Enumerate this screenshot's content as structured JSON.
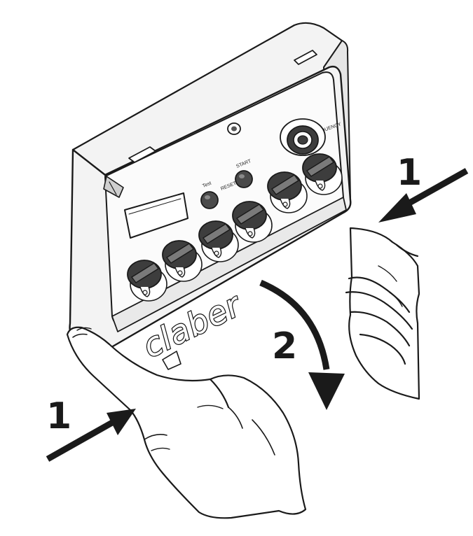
{
  "figure": {
    "brand": "claber",
    "panel_labels": {
      "test": "Test",
      "reset": "RESET",
      "start": "START",
      "frequency": "FREQUENCY"
    },
    "steps": [
      {
        "label": "1",
        "description_icon": "push-arrow"
      },
      {
        "label": "1",
        "description_icon": "push-arrow"
      },
      {
        "label": "2",
        "description_icon": "curved-arrow"
      }
    ]
  },
  "colors": {
    "ink": "#1a1a1a",
    "device_body": "#f3f3f3",
    "device_shadow": "#d9d9d9",
    "knob": "#3d3d3d",
    "knob_highlight": "#7a7a7a",
    "skin": "#ffffff"
  }
}
